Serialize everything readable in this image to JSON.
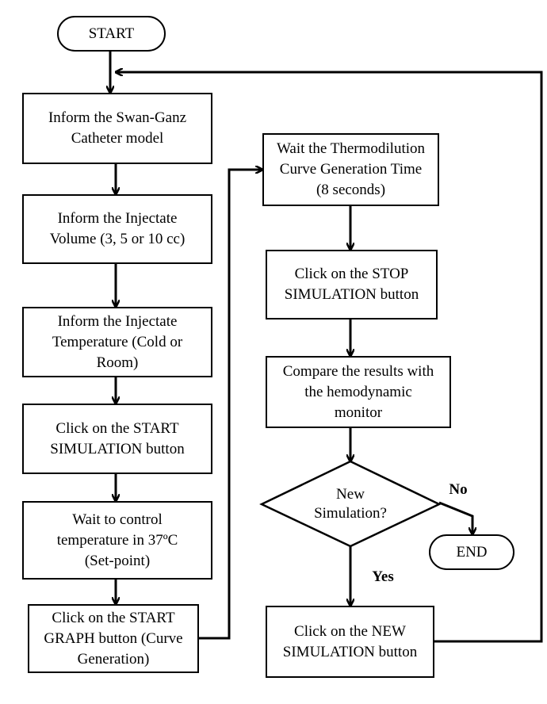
{
  "start": "START",
  "end": "END",
  "steps": {
    "inform_catheter": "Inform the Swan-Ganz\nCatheter model",
    "inform_volume": "Inform the Injectate\nVolume (3, 5 or 10 cc)",
    "inform_temperature": "Inform the Injectate\nTemperature (Cold or\nRoom)",
    "start_simulation": "Click on the START\nSIMULATION button",
    "wait_temperature": "Wait to control\ntemperature in 37ºC\n(Set-point)",
    "start_graph": "Click on the START\nGRAPH button (Curve\nGeneration)",
    "wait_curve": "Wait the Thermodilution\nCurve Generation Time\n(8 seconds)",
    "stop_simulation": "Click on the STOP\nSIMULATION button",
    "compare_results": "Compare the results with\nthe hemodynamic\nmonitor",
    "new_simulation_button": "Click on the NEW\nSIMULATION button"
  },
  "decision": "New\nSimulation?",
  "branch_no": "No",
  "branch_yes": "Yes"
}
